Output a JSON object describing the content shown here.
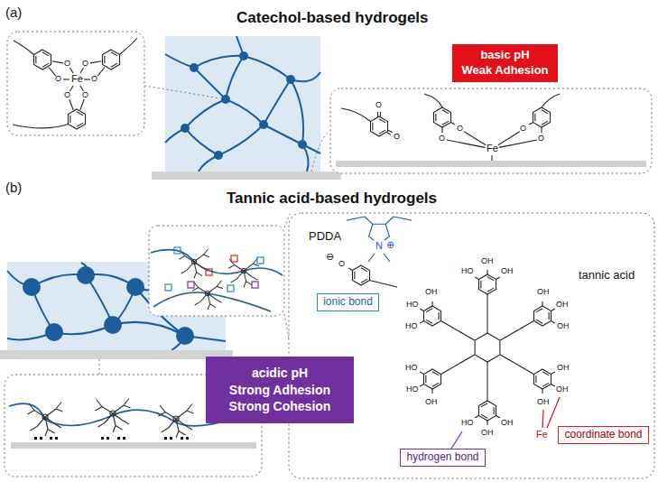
{
  "diagram": {
    "nodes": [
      {
        "text": [
          "basic pH",
          "Weak Adhesion"
        ]
      },
      {
        "text": [
          "acidic pH",
          "Strong Adhesion",
          "Strong Cohesion"
        ]
      },
      {
        "text": [
          "ionic bond"
        ]
      },
      {
        "text": [
          "hydrogen bond"
        ]
      },
      {
        "text": [
          "coordinate bond"
        ]
      }
    ],
    "labels": [
      "(a)",
      "Catechol-based hydrogels",
      "Fe",
      "O",
      "O",
      "O",
      "O",
      "O",
      "O",
      "O",
      "O",
      "O",
      "O",
      "Fe",
      "O",
      "O",
      "(b)",
      "Tannic acid-based hydrogels",
      "PDDA",
      "N",
      "⊕",
      "⊖",
      "O",
      "tannic acid",
      "OH",
      "HO",
      "OH",
      "OH",
      "OH",
      "OH",
      "OH",
      "OH",
      "OH",
      "OH",
      "OH",
      "HO",
      "HO",
      "OH",
      "HO",
      "HO",
      "HO",
      "OH",
      "Fe"
    ]
  }
}
